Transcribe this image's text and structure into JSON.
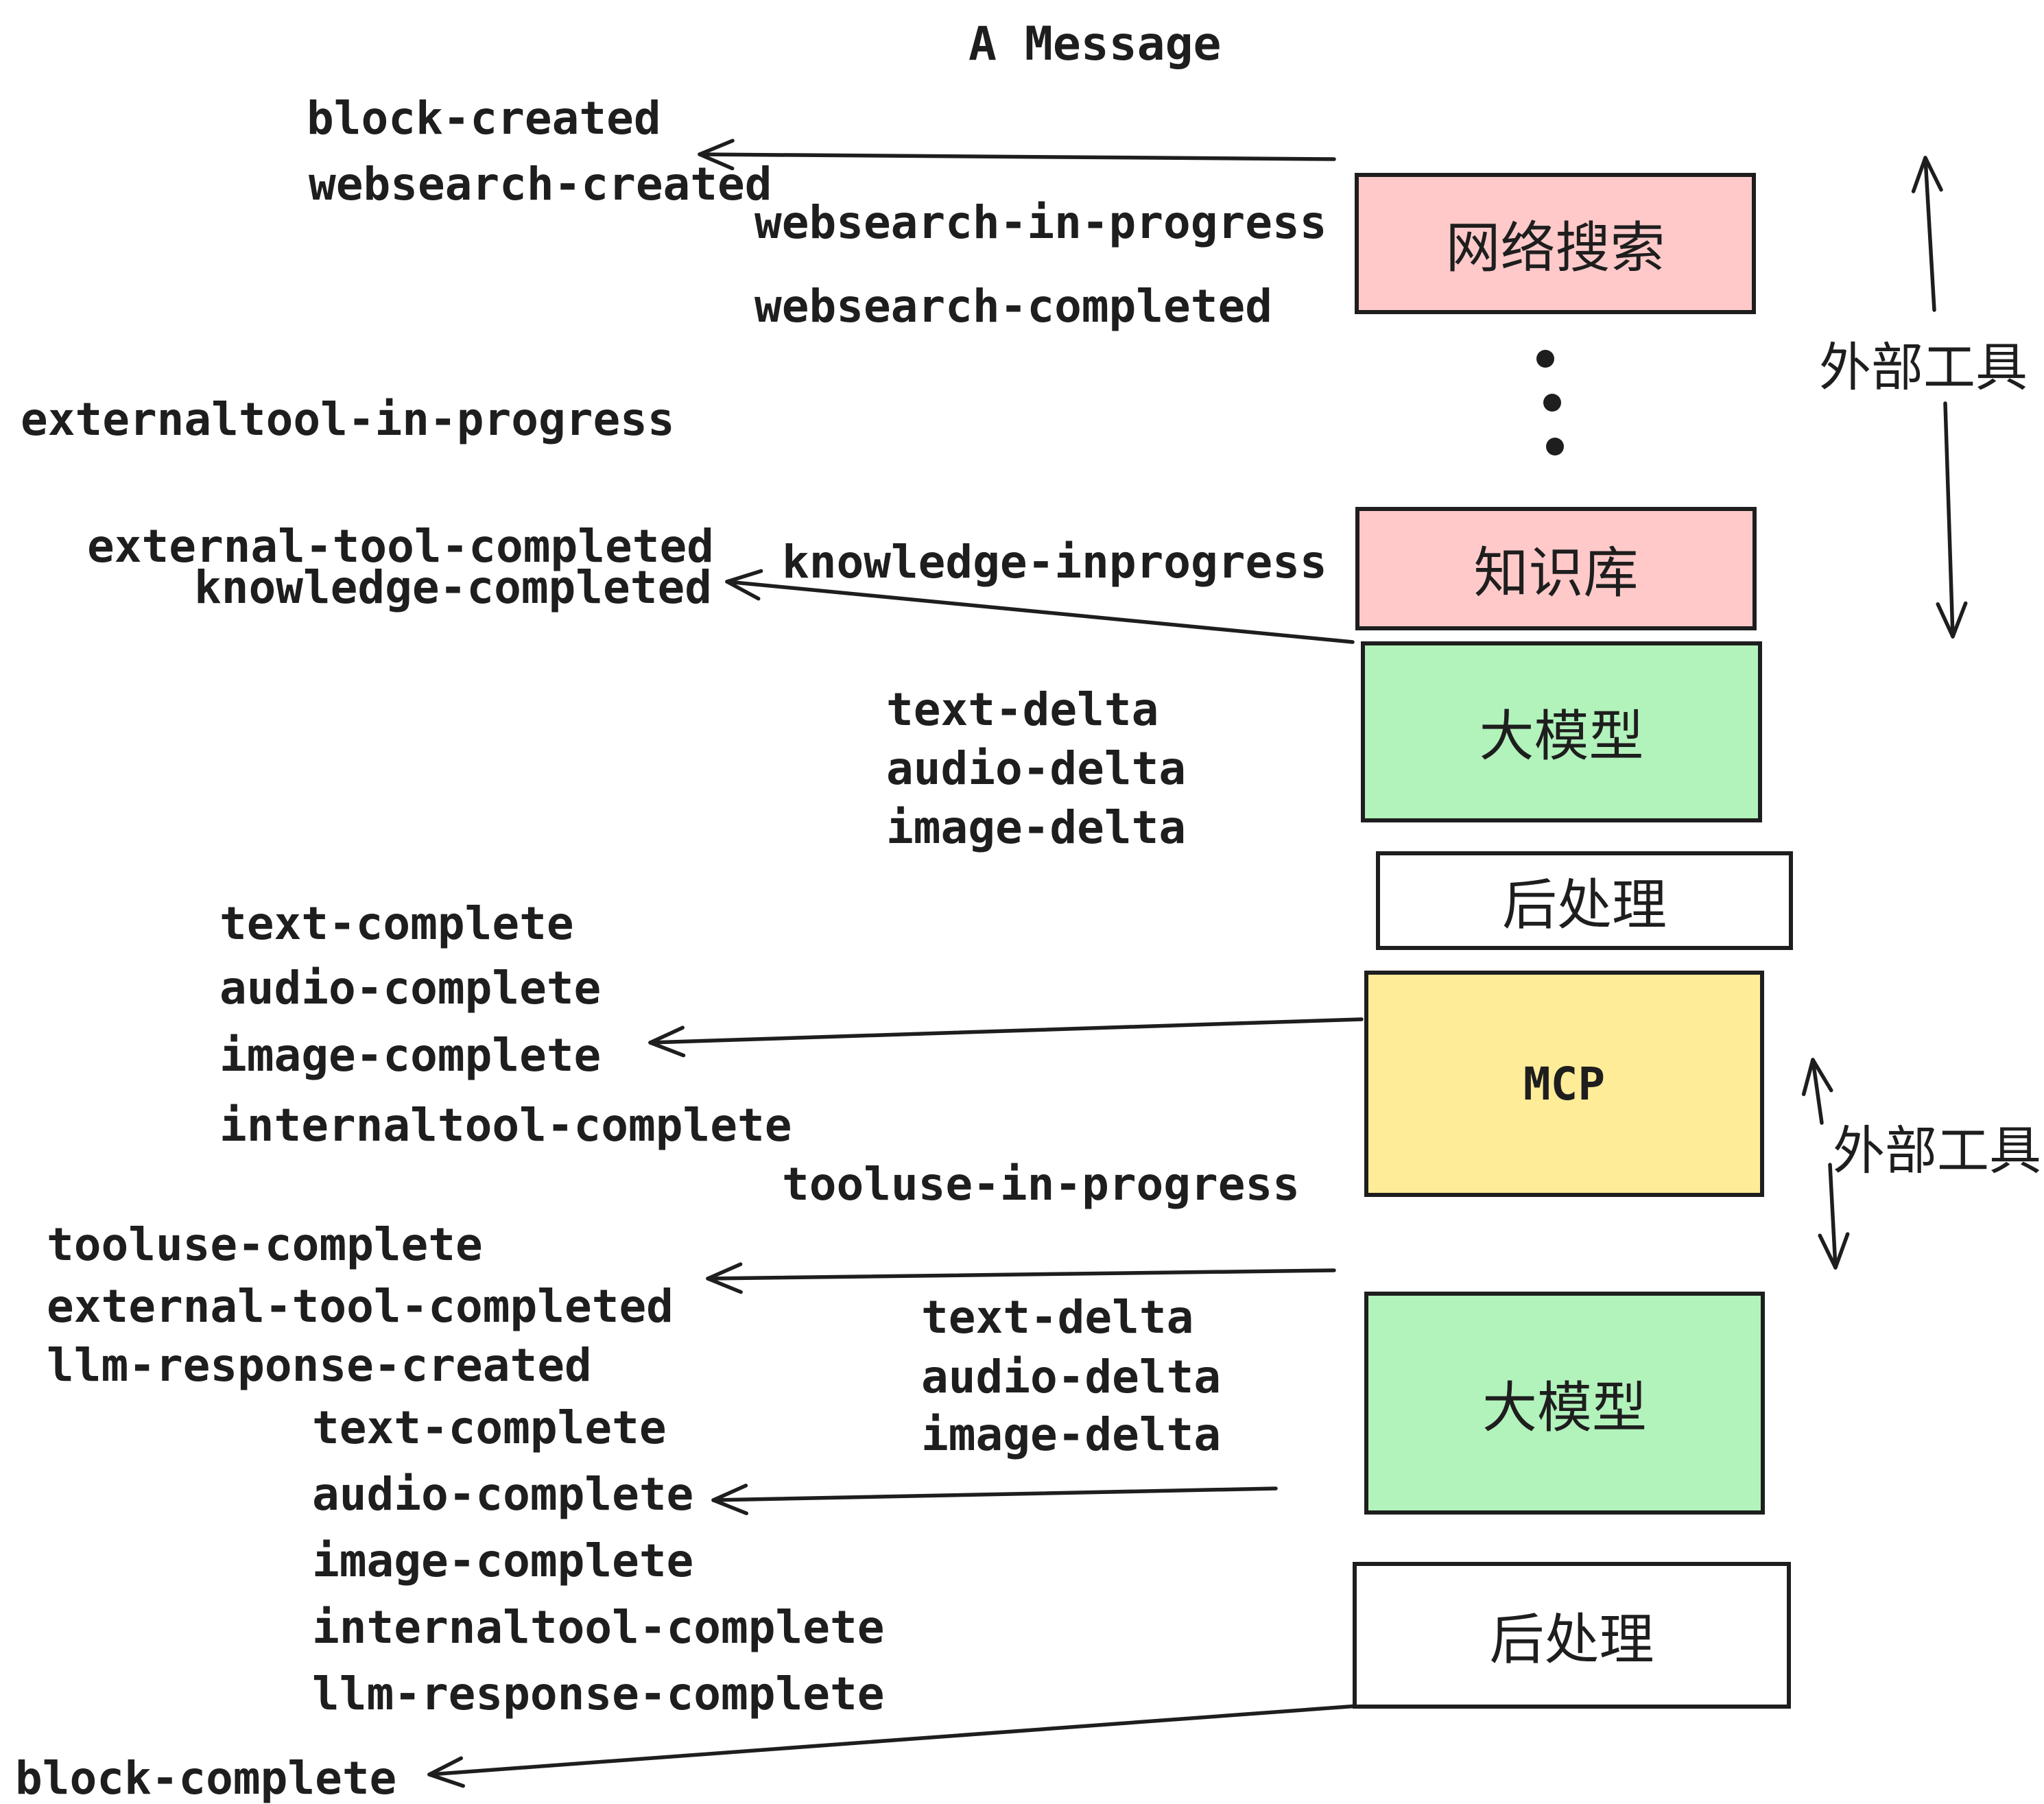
{
  "title": "A Message",
  "colors": {
    "stroke": "#1e1e1e",
    "pink": "#ffc9c9",
    "green": "#b2f2bb",
    "yellow": "#ffec99",
    "white": "#ffffff"
  },
  "boxes": [
    {
      "id": "websearch",
      "label": "网络搜索",
      "fill": "#ffc9c9"
    },
    {
      "id": "knowledge",
      "label": "知识库",
      "fill": "#ffc9c9"
    },
    {
      "id": "llm-1",
      "label": "大模型",
      "fill": "#b2f2bb"
    },
    {
      "id": "post-1",
      "label": "后处理",
      "fill": "#ffffff"
    },
    {
      "id": "mcp",
      "label": "MCP",
      "fill": "#ffec99"
    },
    {
      "id": "llm-2",
      "label": "大模型",
      "fill": "#b2f2bb"
    },
    {
      "id": "post-2",
      "label": "后处理",
      "fill": "#ffffff"
    }
  ],
  "annotations": [
    {
      "id": "external-tools-1",
      "text": "外部工具"
    },
    {
      "id": "external-tools-2",
      "text": "外部工具"
    }
  ],
  "events": [
    {
      "id": "block-created",
      "text": "block-created"
    },
    {
      "id": "websearch-created",
      "text": "websearch-created"
    },
    {
      "id": "websearch-in-progress",
      "text": "websearch-in-progress"
    },
    {
      "id": "websearch-completed",
      "text": "websearch-completed"
    },
    {
      "id": "externaltool-in-progress",
      "text": "externaltool-in-progress"
    },
    {
      "id": "knowledge-inprogress",
      "text": "knowledge-inprogress"
    },
    {
      "id": "external-tool-completed-1",
      "text": "external-tool-completed"
    },
    {
      "id": "knowledge-completed",
      "text": "knowledge-completed"
    },
    {
      "id": "text-delta-1",
      "text": "text-delta"
    },
    {
      "id": "audio-delta-1",
      "text": "audio-delta"
    },
    {
      "id": "image-delta-1",
      "text": "image-delta"
    },
    {
      "id": "text-complete-1",
      "text": "text-complete"
    },
    {
      "id": "audio-complete-1",
      "text": "audio-complete"
    },
    {
      "id": "image-complete-1",
      "text": "image-complete"
    },
    {
      "id": "internaltool-complete-1",
      "text": "internaltool-complete"
    },
    {
      "id": "tooluse-in-progress",
      "text": "tooluse-in-progress"
    },
    {
      "id": "tooluse-complete",
      "text": "tooluse-complete"
    },
    {
      "id": "external-tool-completed-2",
      "text": "external-tool-completed"
    },
    {
      "id": "llm-response-created",
      "text": "llm-response-created"
    },
    {
      "id": "text-complete-2",
      "text": "text-complete"
    },
    {
      "id": "audio-complete-2",
      "text": "audio-complete"
    },
    {
      "id": "image-complete-2",
      "text": "image-complete"
    },
    {
      "id": "internaltool-complete-2",
      "text": "internaltool-complete"
    },
    {
      "id": "llm-response-complete",
      "text": "llm-response-complete"
    },
    {
      "id": "block-complete",
      "text": "block-complete"
    },
    {
      "id": "text-delta-2",
      "text": "text-delta"
    },
    {
      "id": "audio-delta-2",
      "text": "audio-delta"
    },
    {
      "id": "image-delta-2",
      "text": "image-delta"
    }
  ]
}
